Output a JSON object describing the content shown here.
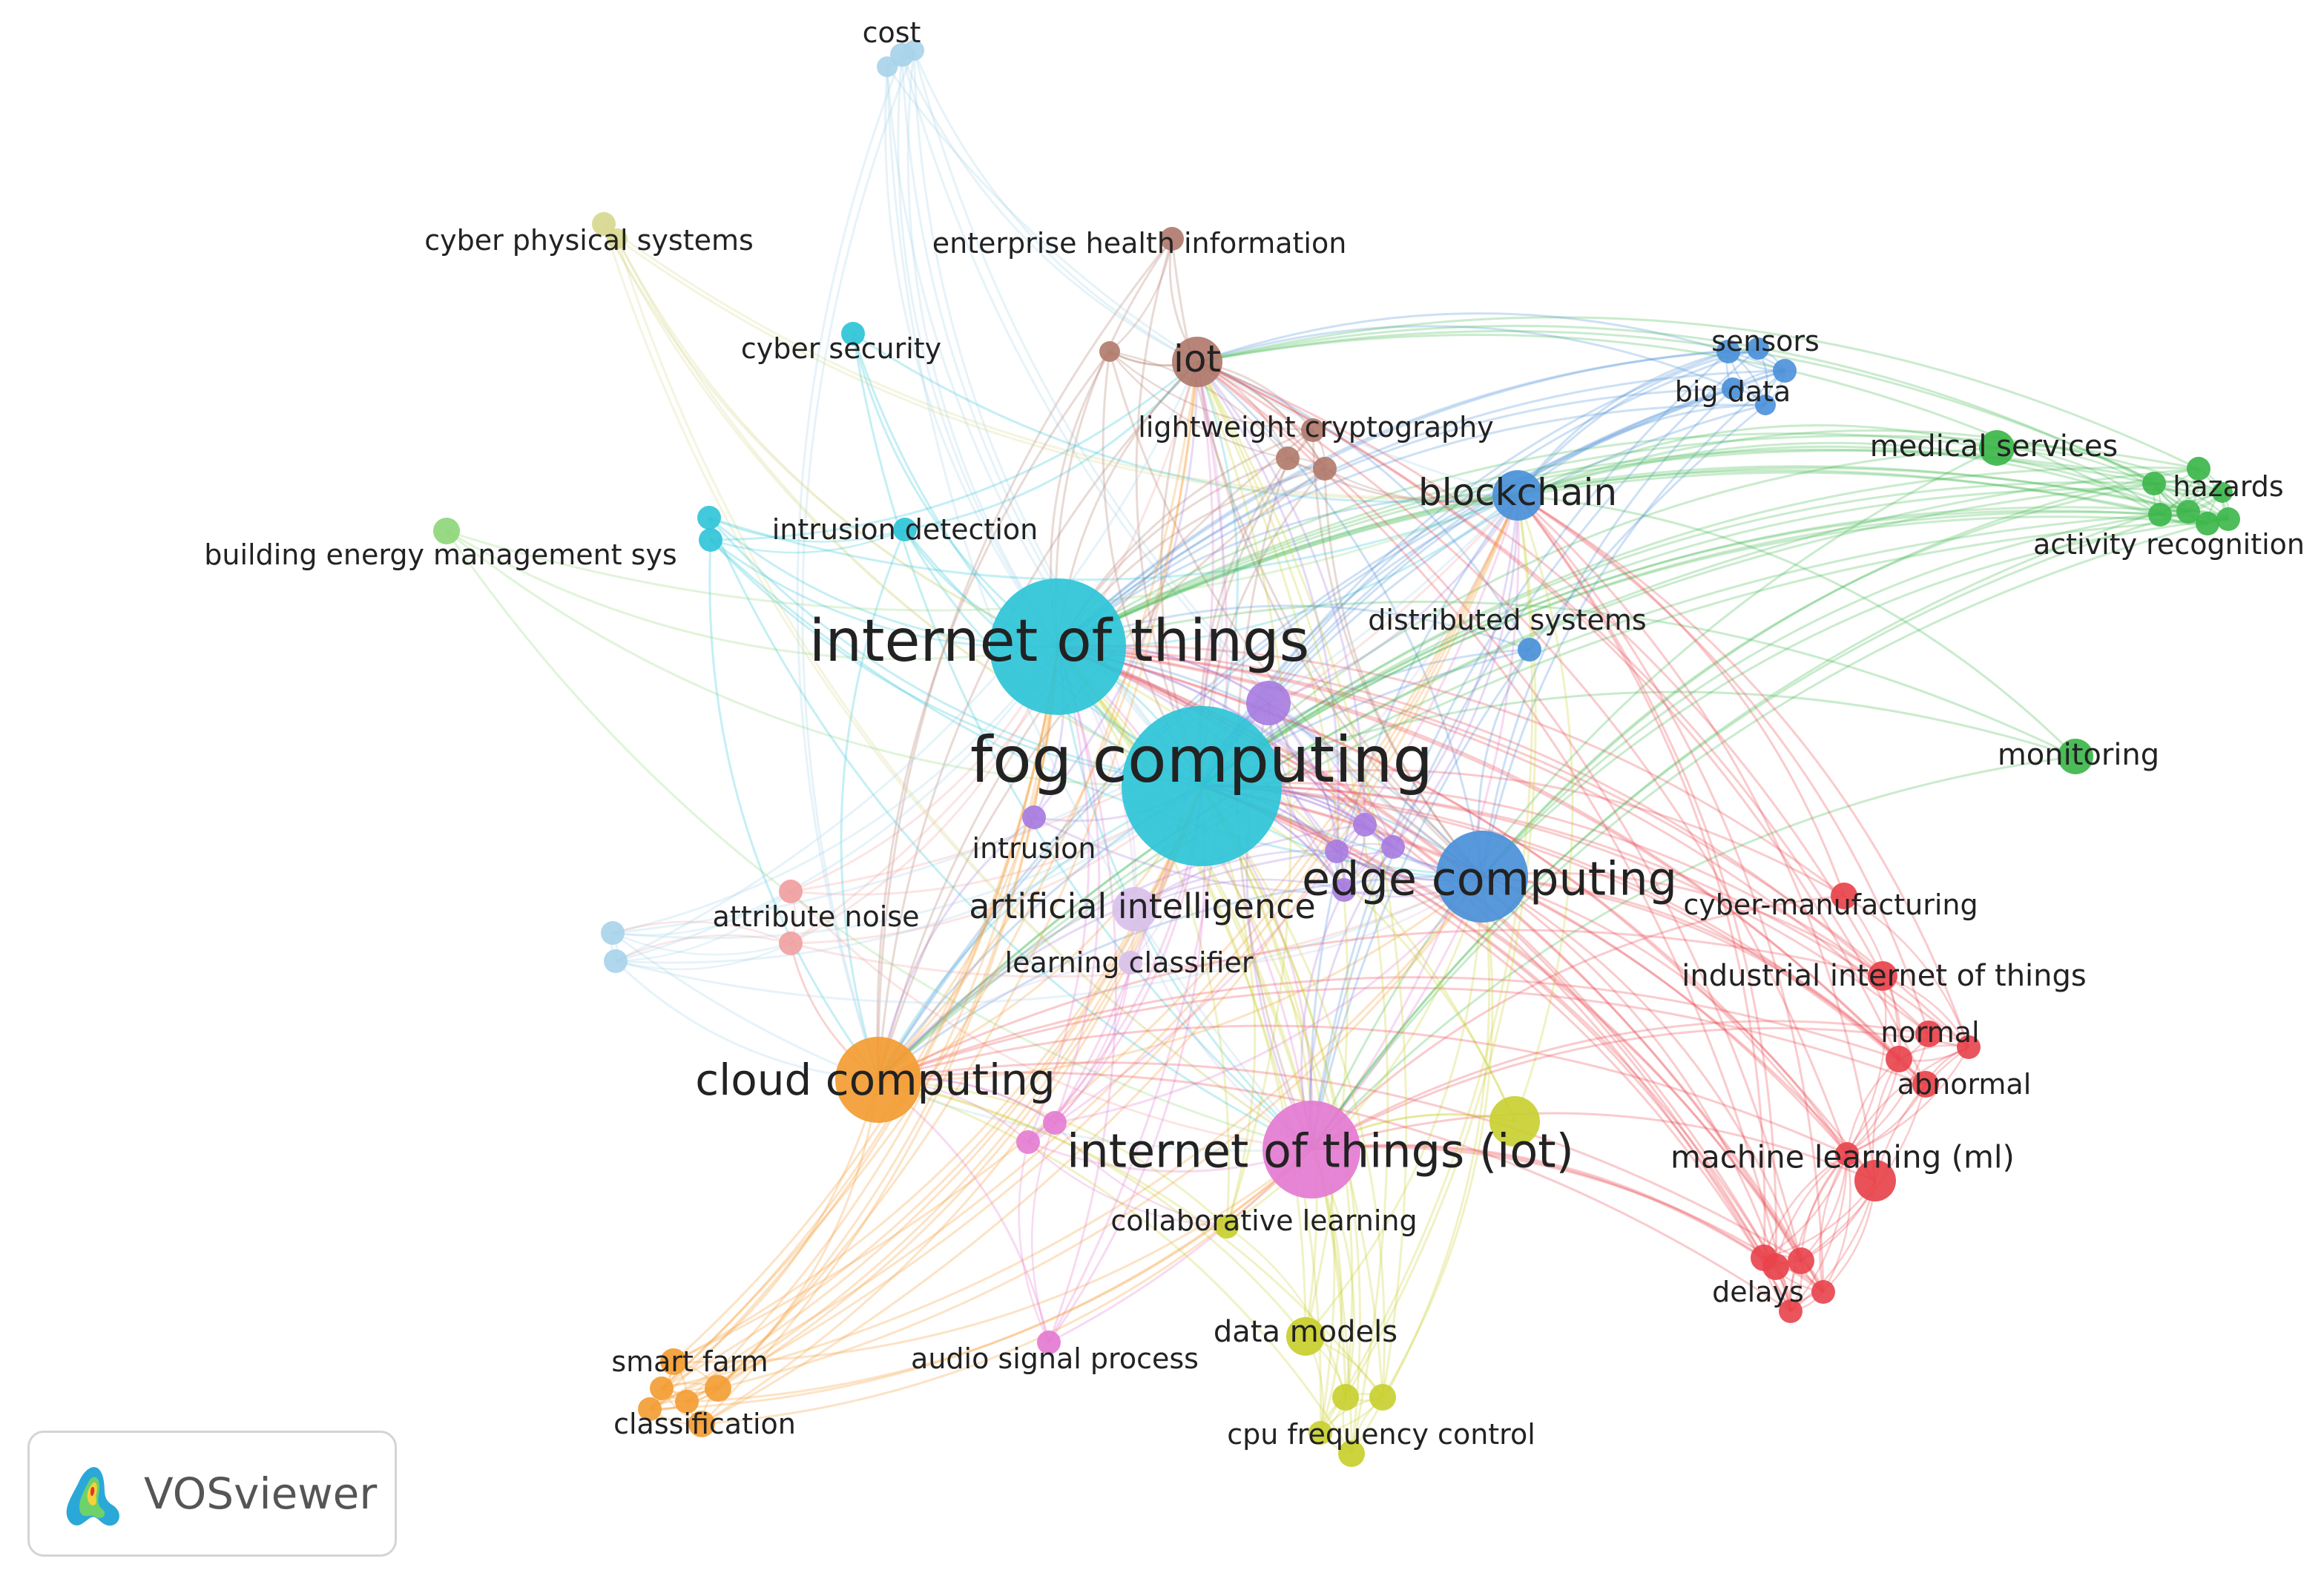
{
  "app": {
    "name": "VOSviewer"
  },
  "clusters": {
    "cyan": "#2ec4d8",
    "blue": "#4a90d9",
    "green": "#3cb64a",
    "red": "#e8434b",
    "orange": "#f39c32",
    "pink": "#e47bd2",
    "yellow": "#c8cf2e",
    "purple": "#a77be0",
    "brown": "#b07a6c",
    "lightblue": "#a7d3ea",
    "lightgreen": "#8ed67a",
    "lightred": "#f0a0a0",
    "lightpurple": "#d8c0ea",
    "olive": "#d8d890"
  },
  "keywords": [
    {
      "id": "fog",
      "label": "fog computing",
      "cluster": "cyan",
      "size": 5
    },
    {
      "id": "iot_things",
      "label": "internet of things",
      "cluster": "cyan",
      "size": 5
    },
    {
      "id": "edge",
      "label": "edge computing",
      "cluster": "blue",
      "size": 4
    },
    {
      "id": "iot_paren",
      "label": "internet of things (iot)",
      "cluster": "pink",
      "size": 4
    },
    {
      "id": "cloud",
      "label": "cloud computing",
      "cluster": "orange",
      "size": 4
    },
    {
      "id": "blockchain",
      "label": "blockchain",
      "cluster": "blue",
      "size": 3
    },
    {
      "id": "iot_short",
      "label": "iot",
      "cluster": "brown",
      "size": 3
    },
    {
      "id": "ai",
      "label": "artificial intelligence",
      "cluster": "lightpurple",
      "size": 3
    },
    {
      "id": "cost",
      "label": "cost",
      "cluster": "lightblue",
      "size": 1
    },
    {
      "id": "cps",
      "label": "cyber physical systems",
      "cluster": "olive",
      "size": 1
    },
    {
      "id": "ehi",
      "label": "enterprise health information",
      "cluster": "brown",
      "size": 1
    },
    {
      "id": "cybersec",
      "label": "cyber security",
      "cluster": "cyan",
      "size": 1
    },
    {
      "id": "lwc",
      "label": "lightweight cryptography",
      "cluster": "brown",
      "size": 1
    },
    {
      "id": "sensors",
      "label": "sensors",
      "cluster": "blue",
      "size": 1
    },
    {
      "id": "bigdata",
      "label": "big data",
      "cluster": "blue",
      "size": 1
    },
    {
      "id": "medical",
      "label": "medical services",
      "cluster": "green",
      "size": 2
    },
    {
      "id": "hazards",
      "label": "hazards",
      "cluster": "green",
      "size": 1
    },
    {
      "id": "activity",
      "label": "activity recognition",
      "cluster": "green",
      "size": 1
    },
    {
      "id": "intrusiondet",
      "label": "intrusion detection",
      "cluster": "cyan",
      "size": 1
    },
    {
      "id": "bems",
      "label": "building energy management sys",
      "cluster": "lightgreen",
      "size": 1
    },
    {
      "id": "distsys",
      "label": "distributed systems",
      "cluster": "blue",
      "size": 1
    },
    {
      "id": "monitoring",
      "label": "monitoring",
      "cluster": "green",
      "size": 2
    },
    {
      "id": "intrusion",
      "label": "intrusion",
      "cluster": "purple",
      "size": 1
    },
    {
      "id": "attrnoise",
      "label": "attribute noise",
      "cluster": "lightred",
      "size": 1
    },
    {
      "id": "learncls",
      "label": "learning classifier",
      "cluster": "lightpurple",
      "size": 1
    },
    {
      "id": "cybermfg",
      "label": "cyber-manufacturing",
      "cluster": "red",
      "size": 1
    },
    {
      "id": "iiot",
      "label": "industrial internet of things",
      "cluster": "red",
      "size": 2
    },
    {
      "id": "normal",
      "label": "normal",
      "cluster": "red",
      "size": 1
    },
    {
      "id": "abnormal",
      "label": "abnormal",
      "cluster": "red",
      "size": 1
    },
    {
      "id": "ml",
      "label": "machine learning (ml)",
      "cluster": "red",
      "size": 2
    },
    {
      "id": "collab",
      "label": "collaborative learning",
      "cluster": "yellow",
      "size": 1
    },
    {
      "id": "delays",
      "label": "delays",
      "cluster": "red",
      "size": 1
    },
    {
      "id": "datamodels",
      "label": "data models",
      "cluster": "yellow",
      "size": 2
    },
    {
      "id": "smartfarm",
      "label": "smart farm",
      "cluster": "orange",
      "size": 1
    },
    {
      "id": "audio",
      "label": "audio signal process",
      "cluster": "pink",
      "size": 1
    },
    {
      "id": "classification",
      "label": "classification",
      "cluster": "orange",
      "size": 1
    },
    {
      "id": "cpufreq",
      "label": "cpu frequency control",
      "cluster": "yellow",
      "size": 1
    }
  ]
}
